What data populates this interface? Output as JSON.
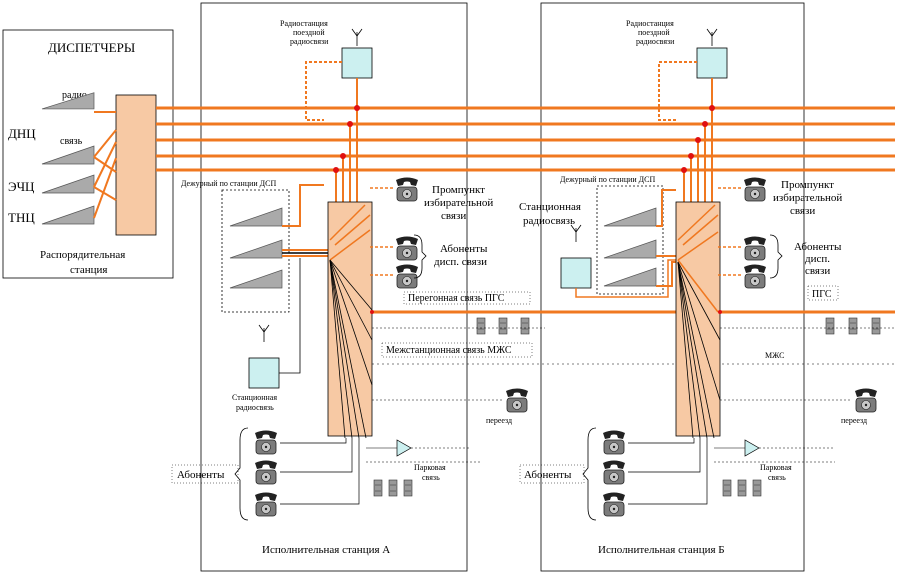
{
  "dispatchers": {
    "title": "ДИСПЕТЧЕРЫ",
    "radio_label": "радио",
    "link_label": "связь",
    "dnc": "ДНЦ",
    "ech": "ЭЧЦ",
    "tnc": "ТНЦ",
    "station_line1": "Распорядительная",
    "station_line2": "станция"
  },
  "station_a": {
    "radio_line1": "Радиостанция",
    "radio_line2": "поездной",
    "radio_line3": "радиосвязи",
    "duty_title": "Дежурный по станции ДСП",
    "prompt_line1": "Промпункт",
    "prompt_line2": "избирательной",
    "prompt_line3": "связи",
    "abon_line1": "Абоненты",
    "abon_line2": "дисп. связи",
    "pgs_label": "Перегонная связь ПГС",
    "mzhs_label": "Межстанционная связь МЖС",
    "st_radio_line1": "Станционная",
    "st_radio_line2": "радиосвязь",
    "phone_label": "переезд",
    "subscribers": "Абоненты",
    "park_line1": "Парковая",
    "park_line2": "связь",
    "caption": "Исполнительная станция А"
  },
  "station_b": {
    "radio_line1": "Радиостанция",
    "radio_line2": "поездной",
    "radio_line3": "радиосвязи",
    "duty_title": "Дежурный по станции ДСП",
    "st_radio_line1": "Станционная",
    "st_radio_line2": "радиосвязь",
    "prompt_line1": "Промпункт",
    "prompt_line2": "избирательной",
    "prompt_line3": "связи",
    "abon_line1": "Абоненты",
    "abon_line2": "дисп.",
    "abon_line3": "связи",
    "pgs_label": "ПГС",
    "mzhs_label": "МЖС",
    "phone_label": "переезд",
    "subscribers": "Абоненты",
    "park_line1": "Парковая",
    "park_line2": "связь",
    "caption": "Исполнительная станция Б"
  },
  "colors": {
    "trunk": "#f07820",
    "panel_fill": "#f7c9a4",
    "radio_fill": "#ccf0f0",
    "junction": "#e01010"
  },
  "icons": [
    "telephone-icon",
    "antenna-icon",
    "amplifier-icon",
    "switchboard-panel",
    "radio-station-box"
  ]
}
